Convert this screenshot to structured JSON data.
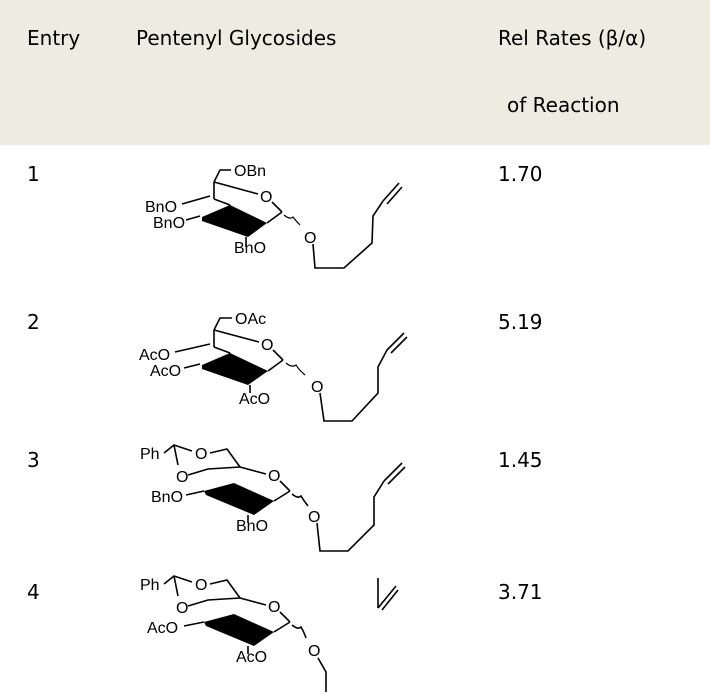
{
  "header": {
    "entry": "Entry",
    "glycosides": "Pentenyl Glycosides",
    "rates_line1": "Rel Rates (β/α)",
    "rates_line2": "of Reaction"
  },
  "rows": [
    {
      "entry": "1",
      "rate": "1.70",
      "structure": {
        "top_group": "OBn",
        "left_group_1": "BnO",
        "left_group_2": "BnO",
        "bottom_group": "BnO",
        "ring_oxygen": "O",
        "glycosidic_oxygen": "O"
      }
    },
    {
      "entry": "2",
      "rate": "5.19",
      "structure": {
        "top_group": "OAc",
        "left_group_1": "AcO",
        "left_group_2": "AcO",
        "bottom_group": "AcO",
        "ring_oxygen": "O",
        "glycosidic_oxygen": "O"
      }
    },
    {
      "entry": "3",
      "rate": "1.45",
      "structure": {
        "acetal_substituent": "Ph",
        "acetal_oxygen_1": "O",
        "acetal_oxygen_2": "O",
        "left_group": "BnO",
        "bottom_group": "BnO",
        "ring_oxygen": "O",
        "glycosidic_oxygen": "O"
      }
    },
    {
      "entry": "4",
      "rate": "3.71",
      "structure": {
        "acetal_substituent": "Ph",
        "acetal_oxygen_1": "O",
        "acetal_oxygen_2": "O",
        "left_group": "AcO",
        "bottom_group": "AcO",
        "ring_oxygen": "O",
        "glycosidic_oxygen": "O"
      }
    }
  ]
}
